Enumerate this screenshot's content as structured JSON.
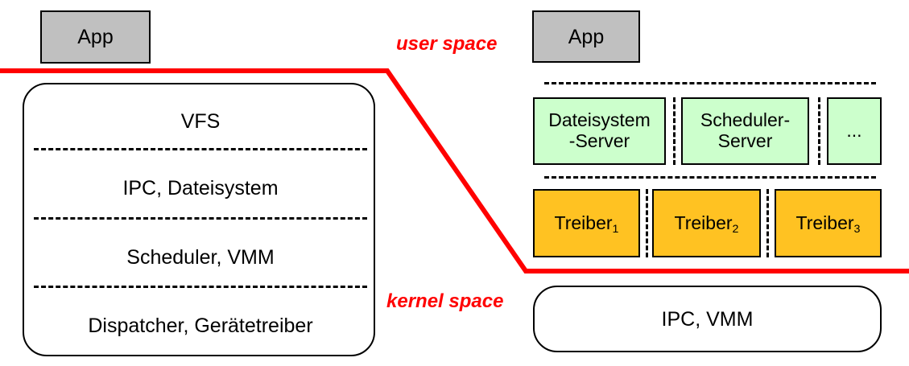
{
  "diagram": {
    "title_absent": true,
    "colors": {
      "app_fill": "#c0c0c0",
      "server_fill": "#ccffcc",
      "driver_fill": "#ffc222",
      "boundary_red": "#ff0000",
      "outline_black": "#000000",
      "page_background": "#ffffff"
    },
    "space_labels": {
      "user": "user space",
      "kernel": "kernel space"
    }
  },
  "left": {
    "app_label": "App",
    "kernel_layers": [
      {
        "label": "VFS"
      },
      {
        "label": "IPC, Dateisystem"
      },
      {
        "label": "Scheduler, VMM"
      },
      {
        "label": "Dispatcher, Gerätetreiber"
      }
    ]
  },
  "right": {
    "app_label": "App",
    "servers": [
      {
        "line1": "Dateisystem",
        "line2": "-Server"
      },
      {
        "line1": "Scheduler-",
        "line2": "Server"
      },
      {
        "line1": "...",
        "line2": ""
      }
    ],
    "drivers": [
      {
        "name": "Treiber",
        "index": "1"
      },
      {
        "name": "Treiber",
        "index": "2"
      },
      {
        "name": "Treiber",
        "index": "3"
      }
    ],
    "kernel_label": "IPC, VMM"
  }
}
